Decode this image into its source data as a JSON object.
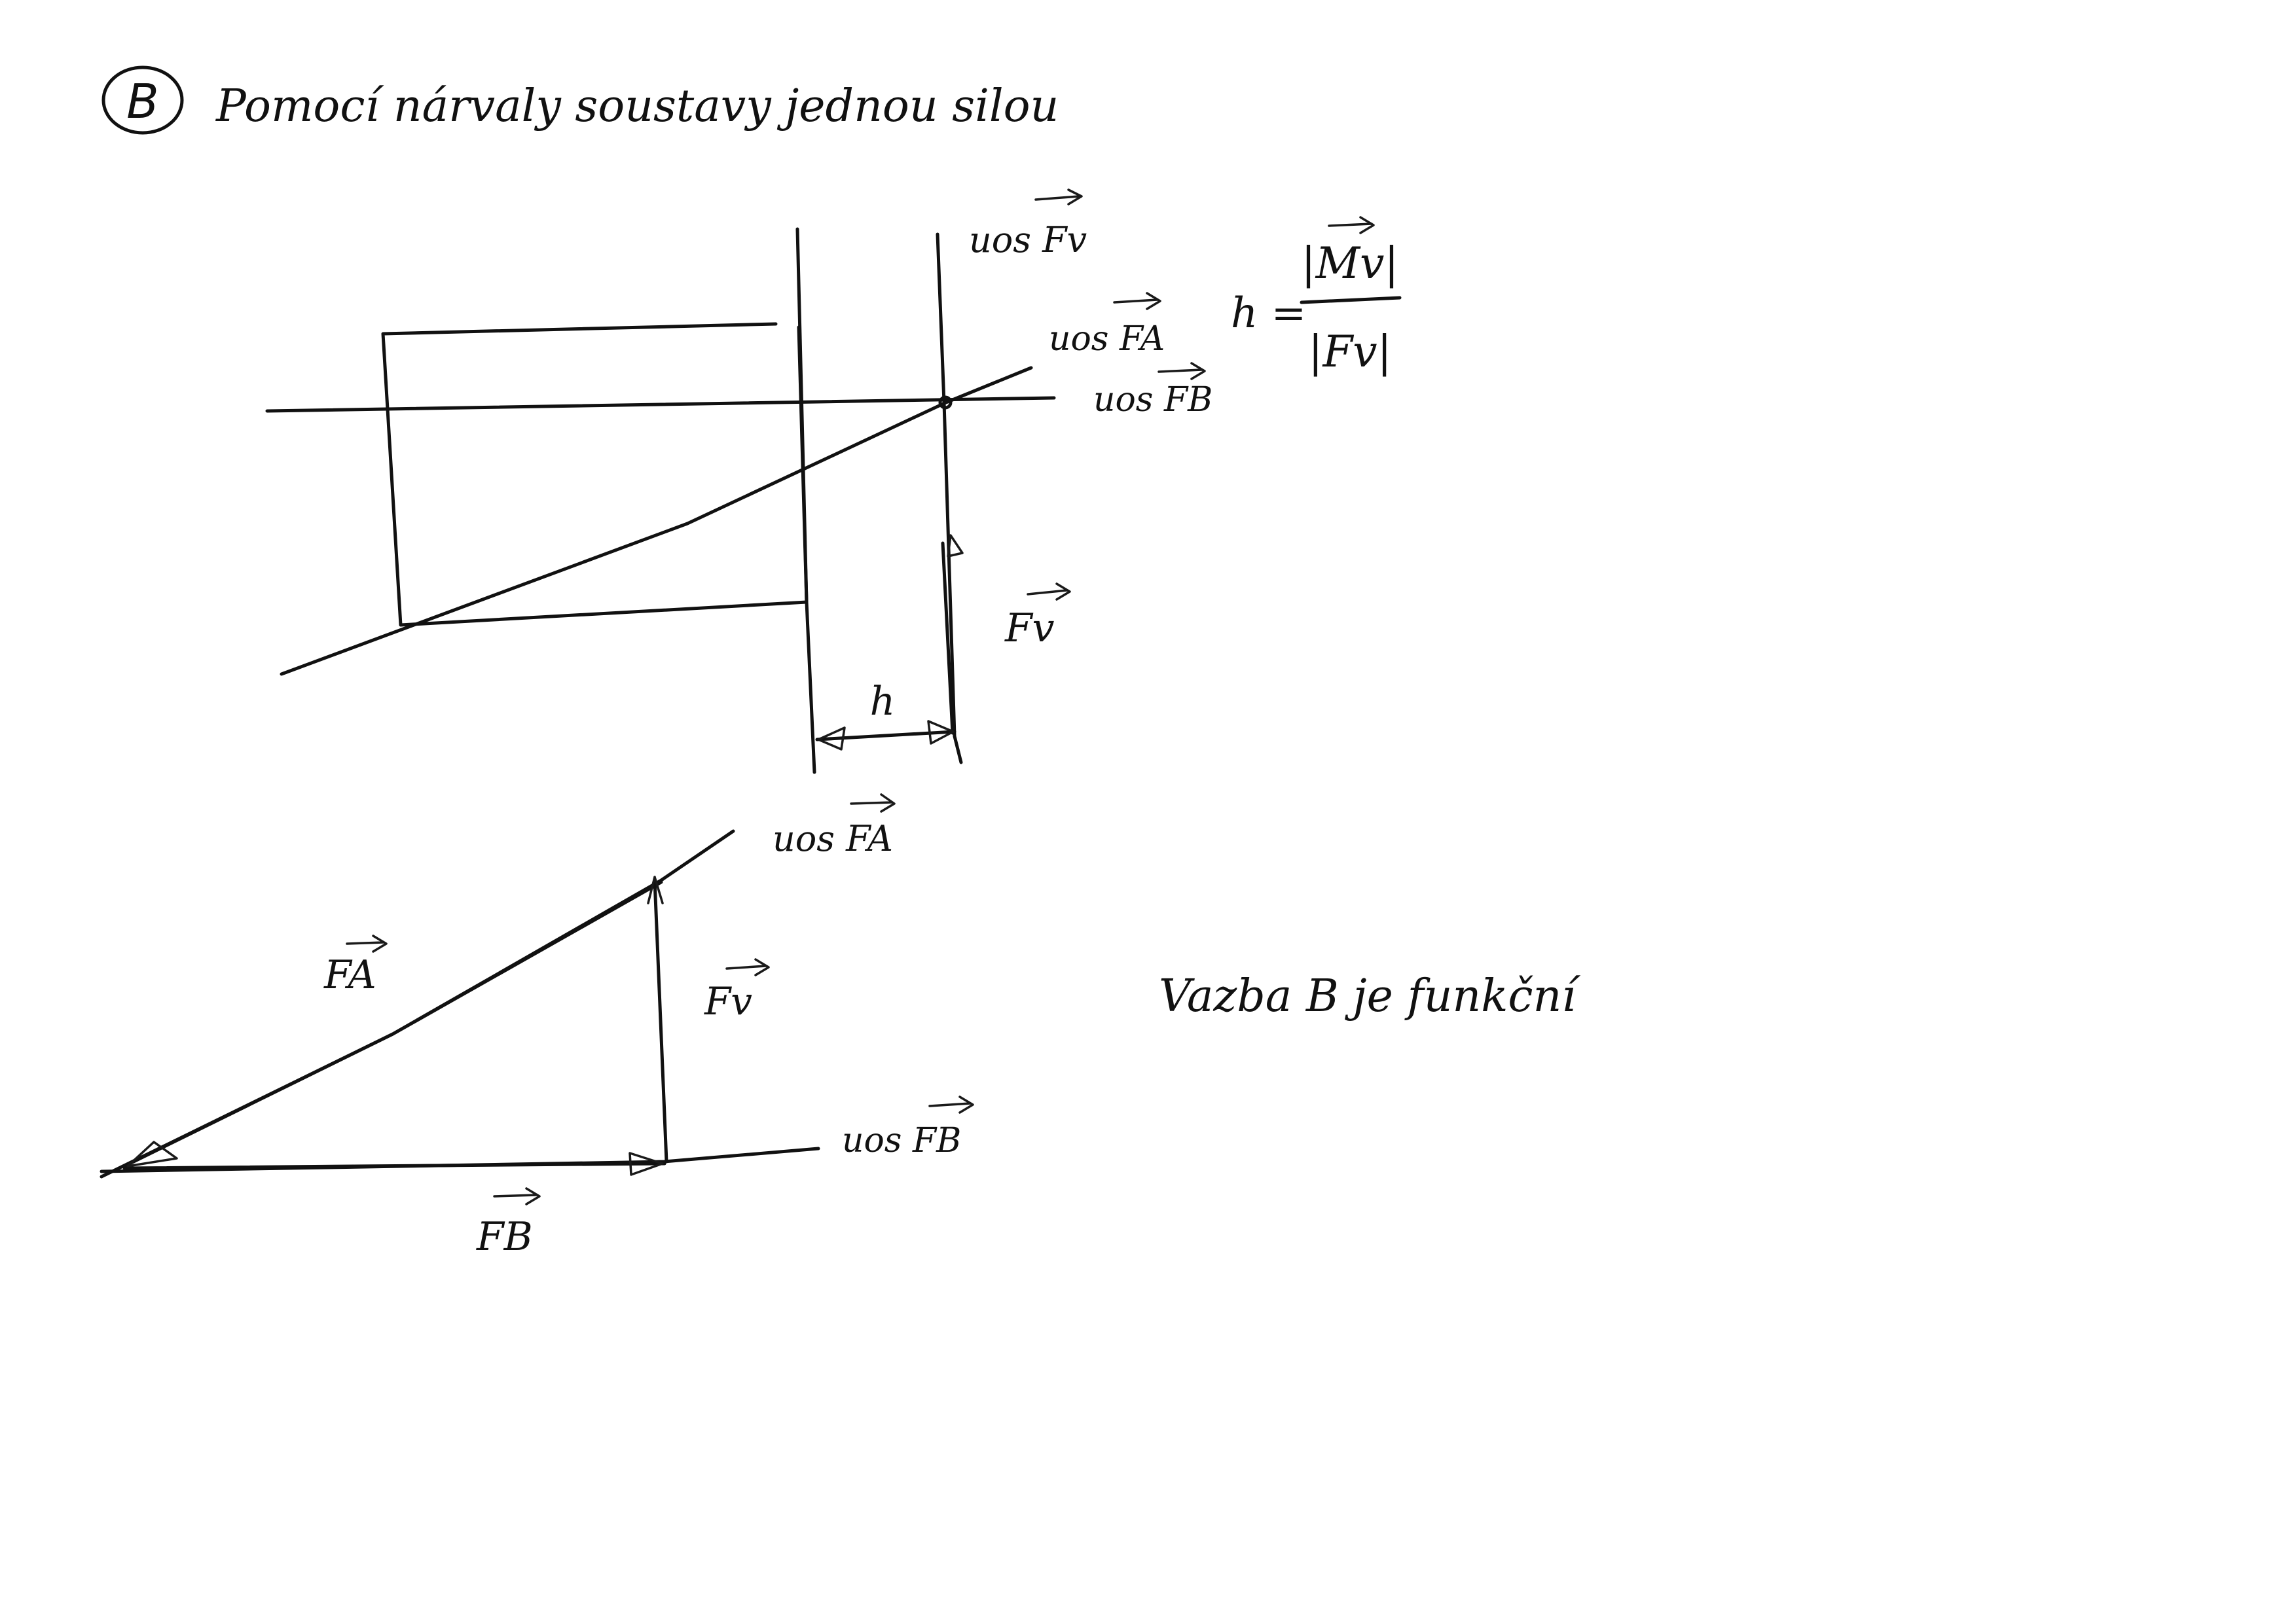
{
  "header": {
    "badge": "B",
    "text": "Pomocí nárvaly soustavy jednou silou"
  },
  "upper_diagram": {
    "label_line_fv": "uos Fv",
    "label_line_fa": "uos FA",
    "label_line_fb": "uos FB",
    "label_force_fv": "Fv",
    "label_distance": "h"
  },
  "formula": {
    "lhs": "h =",
    "numerator": "|Mv|",
    "denominator": "|Fv|"
  },
  "lower_diagram": {
    "label_line_fa": "uos FA",
    "label_line_fb": "uos FB",
    "label_force_fa": "FA",
    "label_force_fv": "Fv",
    "label_force_fb": "FB"
  },
  "note": {
    "text": "Vazba B je funkční"
  },
  "colors": {
    "ink": "#111111",
    "paper": "#ffffff"
  }
}
